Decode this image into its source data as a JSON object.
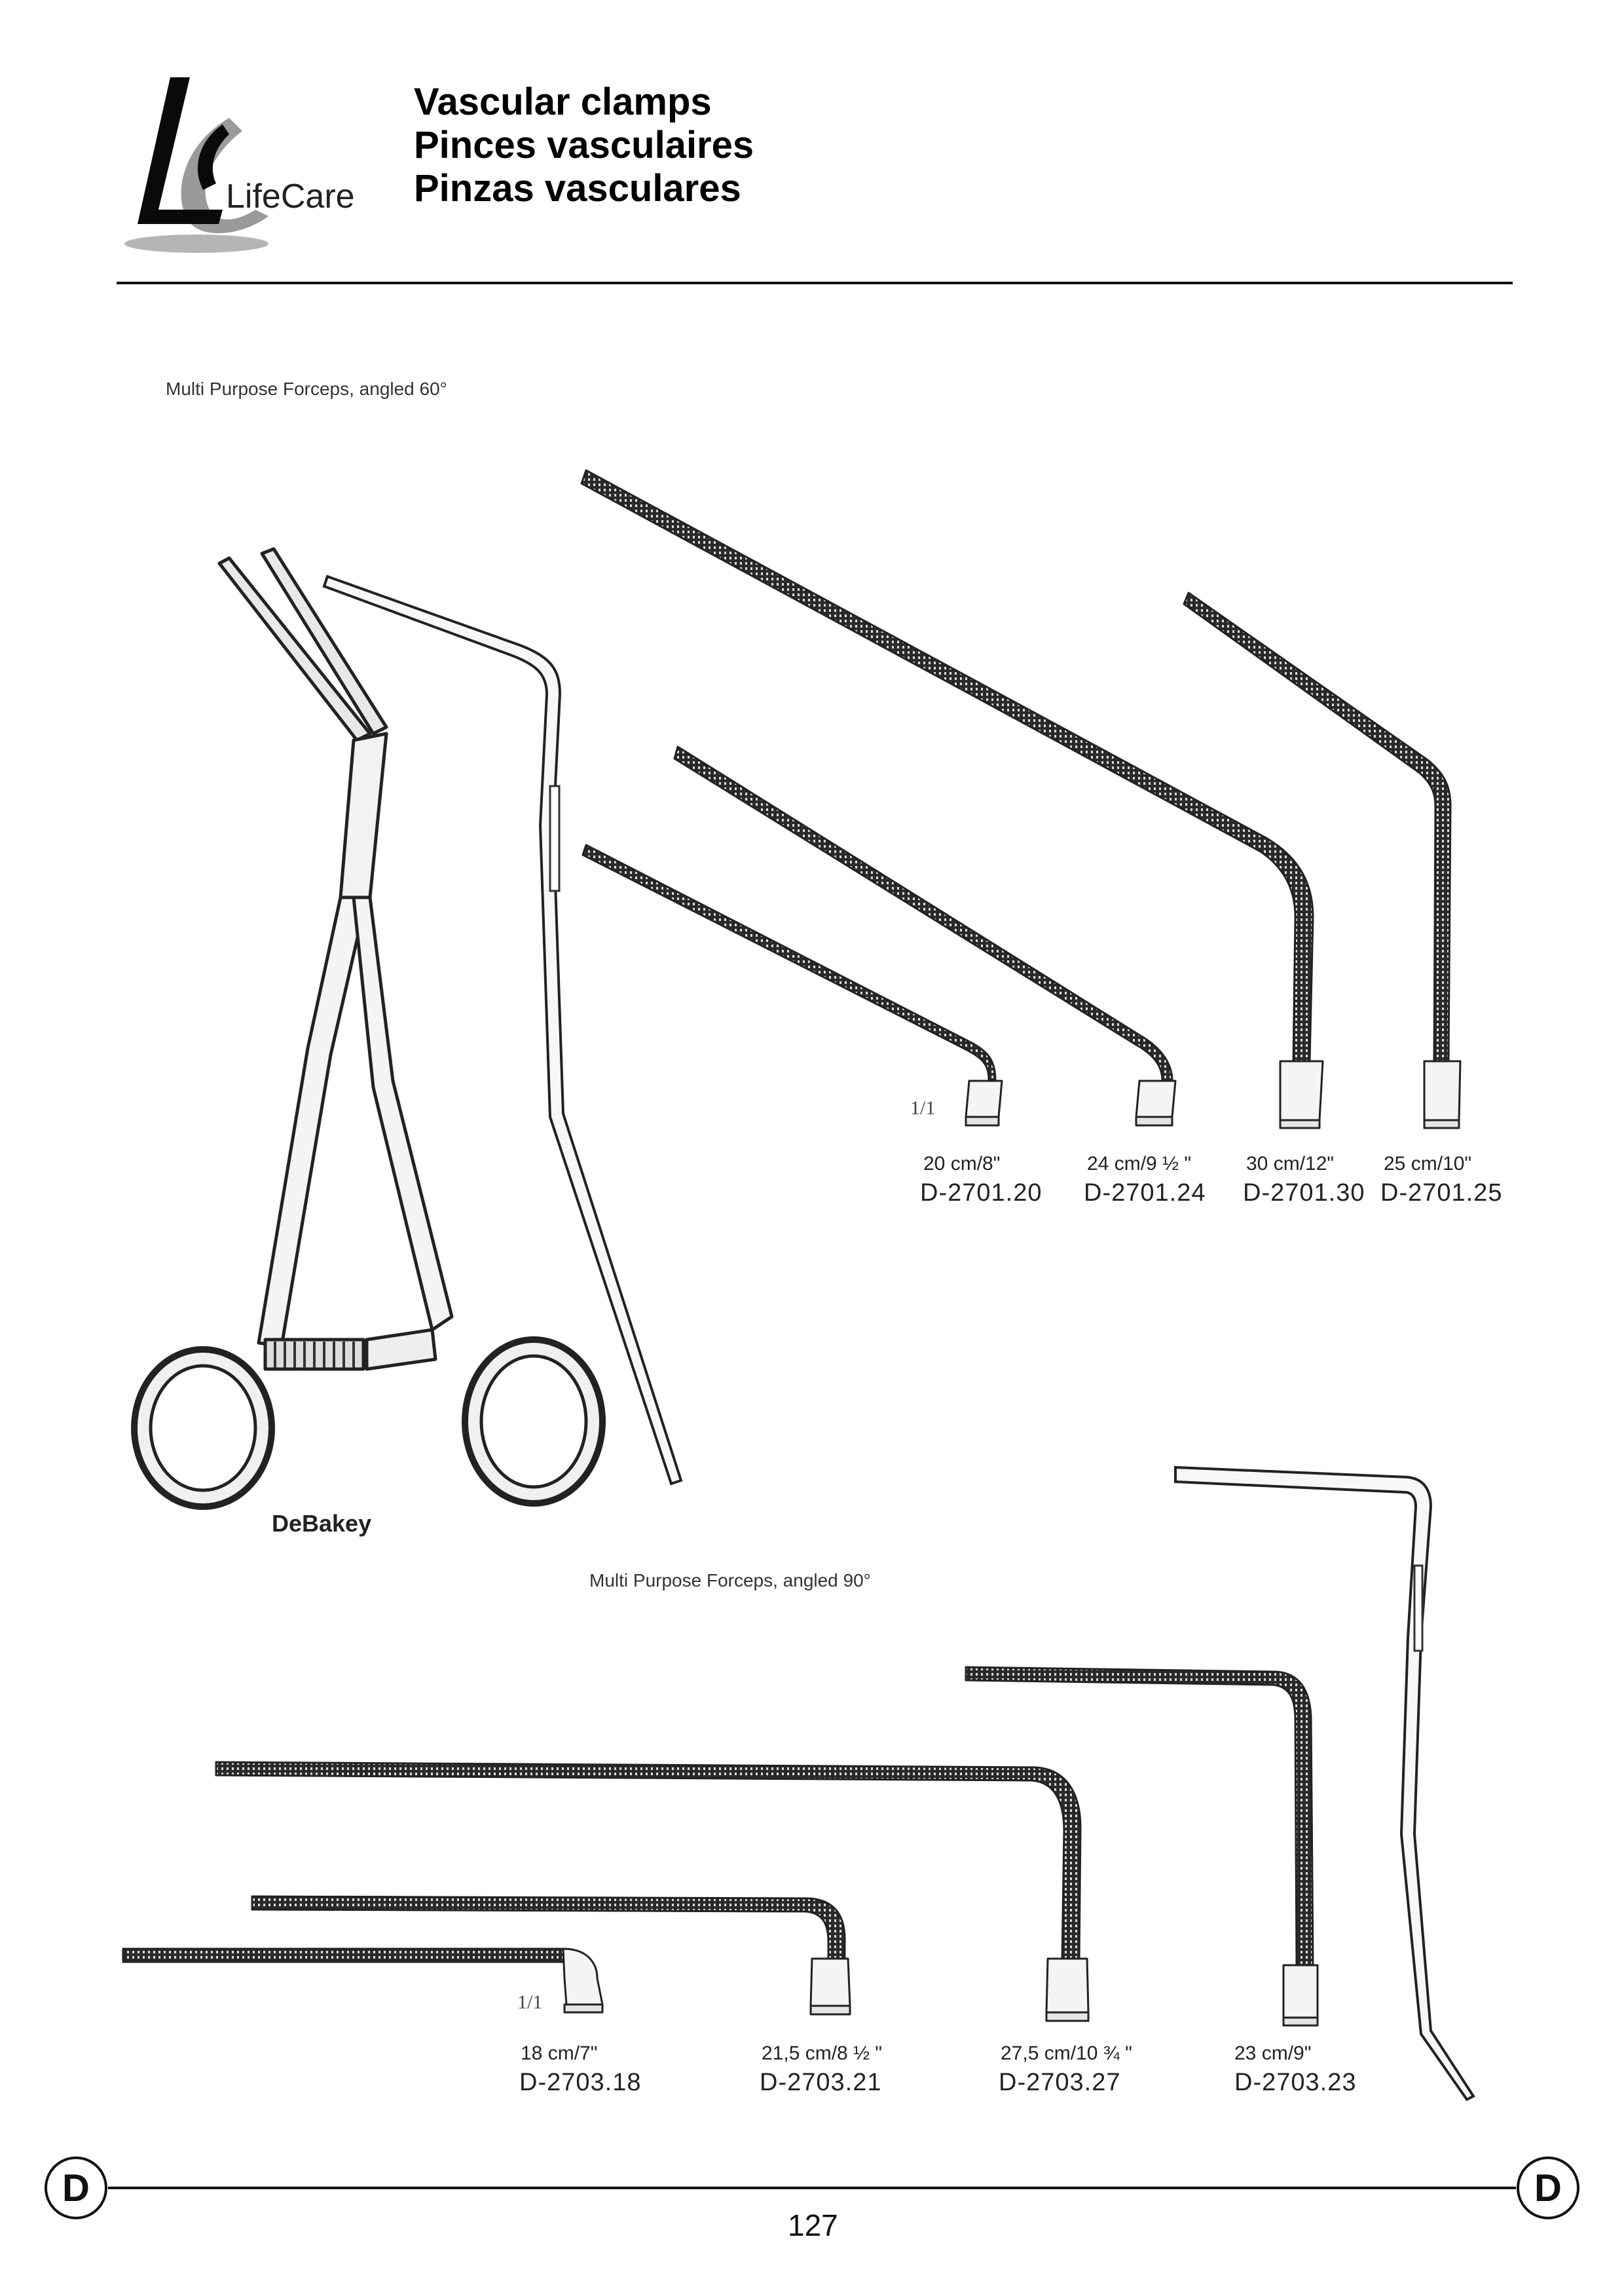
{
  "header": {
    "brand": "LifeCare",
    "titles": [
      "Vascular clamps",
      "Pinces vasculaires",
      "Pinzas vasculares"
    ]
  },
  "section_60": {
    "label": "Multi Purpose Forceps, angled 60°",
    "scale": "1/1",
    "items": [
      {
        "size": "20 cm/8\"",
        "code": "D-2701.20"
      },
      {
        "size": "24 cm/9 ½ \"",
        "code": "D-2701.24"
      },
      {
        "size": "30 cm/12\"",
        "code": "D-2701.30"
      },
      {
        "size": "25 cm/10\"",
        "code": "D-2701.25"
      }
    ]
  },
  "forceps_name": "DeBakey",
  "section_90": {
    "label": "Multi Purpose Forceps, angled 90°",
    "scale": "1/1",
    "items": [
      {
        "size": "18 cm/7\"",
        "code": "D-2703.18"
      },
      {
        "size": "21,5 cm/8 ½ \"",
        "code": "D-2703.21"
      },
      {
        "size": "27,5 cm/10 ¾ \"",
        "code": "D-2703.27"
      },
      {
        "size": "23 cm/9\"",
        "code": "D-2703.23"
      }
    ]
  },
  "footer": {
    "section_letter": "D",
    "page_number": "127"
  }
}
